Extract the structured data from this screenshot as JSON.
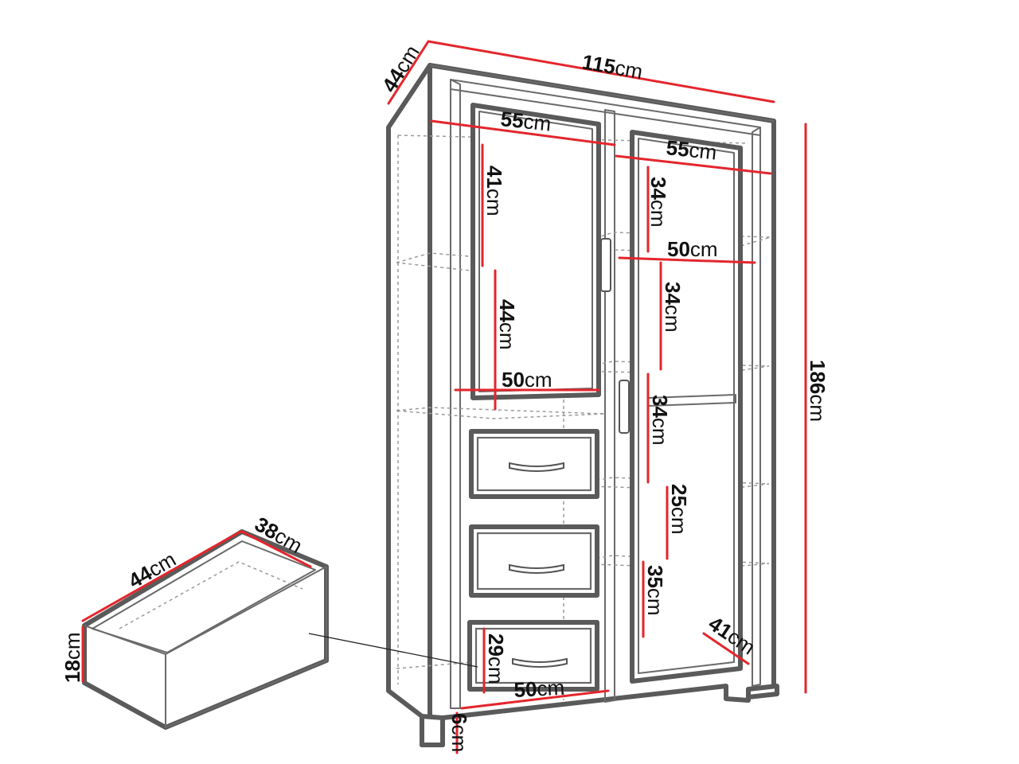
{
  "dimensions": {
    "overall_width": {
      "value": "115",
      "unit": "cm"
    },
    "overall_depth": {
      "value": "44",
      "unit": "cm"
    },
    "overall_height": {
      "value": "186",
      "unit": "cm"
    },
    "left_width_top": {
      "value": "55",
      "unit": "cm"
    },
    "right_width_top": {
      "value": "55",
      "unit": "cm"
    },
    "left_upper_h": {
      "value": "41",
      "unit": "cm"
    },
    "left_lower_h": {
      "value": "44",
      "unit": "cm"
    },
    "left_shelf_w": {
      "value": "50",
      "unit": "cm"
    },
    "right_h1": {
      "value": "34",
      "unit": "cm"
    },
    "right_shelf_w": {
      "value": "50",
      "unit": "cm"
    },
    "right_h2": {
      "value": "34",
      "unit": "cm"
    },
    "right_h3": {
      "value": "34",
      "unit": "cm"
    },
    "right_h4": {
      "value": "25",
      "unit": "cm"
    },
    "right_h5": {
      "value": "35",
      "unit": "cm"
    },
    "right_depth": {
      "value": "41",
      "unit": "cm"
    },
    "bottom_drawer_h": {
      "value": "29",
      "unit": "cm"
    },
    "bottom_drawer_w": {
      "value": "50",
      "unit": "cm"
    },
    "leg_h": {
      "value": "6",
      "unit": "cm"
    },
    "drawer_length": {
      "value": "44",
      "unit": "cm"
    },
    "drawer_width": {
      "value": "38",
      "unit": "cm"
    },
    "drawer_height": {
      "value": "18",
      "unit": "cm"
    }
  },
  "colors": {
    "dimension_line": "#e3262c",
    "outline": "#5a5a5a",
    "text": "#111111"
  }
}
